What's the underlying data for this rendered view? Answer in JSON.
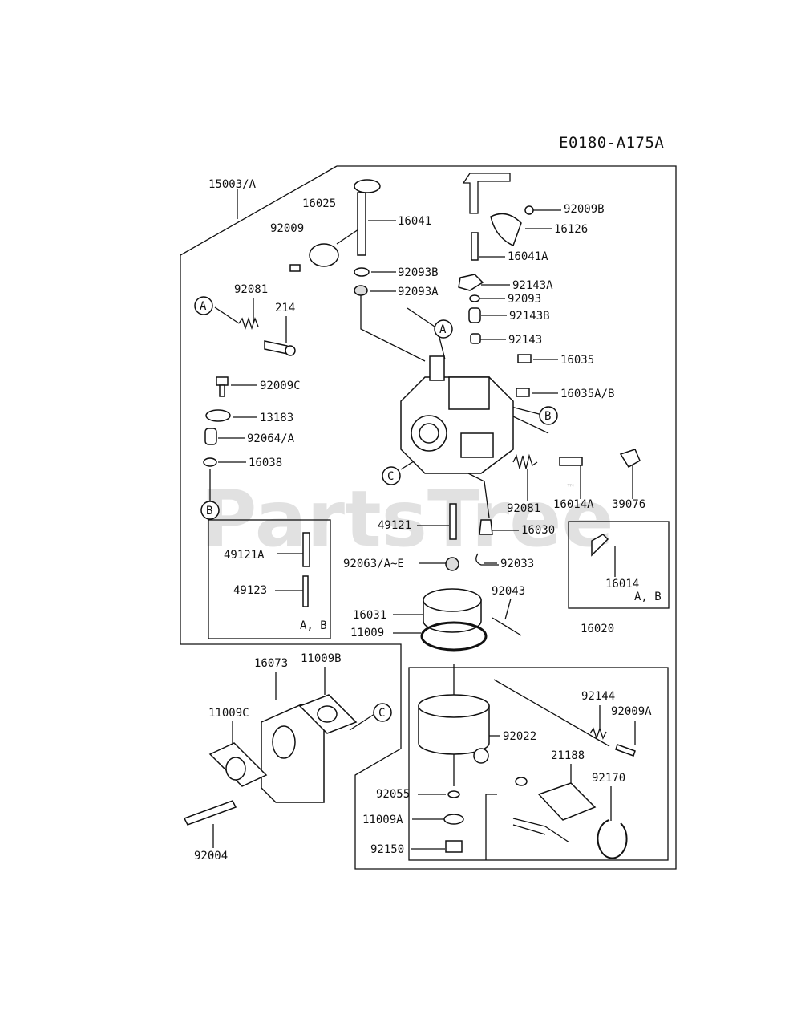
{
  "diagram": {
    "code": "E0180-A175A",
    "watermark": "PartsTree",
    "trademark": "™",
    "callouts": {
      "a": "A",
      "b": "B",
      "c": "C"
    },
    "labels": {
      "p15003": "15003/A",
      "p16025": "16025",
      "p16041": "16041",
      "p92009": "92009",
      "p92093b": "92093B",
      "p92093a": "92093A",
      "p92081": "92081",
      "p214": "214",
      "p92009c": "92009C",
      "p13183": "13183",
      "p92064": "92064/A",
      "p16038": "16038",
      "p49121a": "49121A",
      "p49123": "49123",
      "ab_left": "A, B",
      "p92009b": "92009B",
      "p16126": "16126",
      "p16041a": "16041A",
      "p92143a": "92143A",
      "p92093": "92093",
      "p92143b": "92143B",
      "p92143": "92143",
      "p16035": "16035",
      "p16035ab": "16035A/B",
      "p92081b": "92081",
      "p16014a": "16014A",
      "p39076": "39076",
      "p49121": "49121",
      "p16030": "16030",
      "p92063": "92063/A~E",
      "p92033": "92033",
      "p16014": "16014",
      "ab_right": "A, B",
      "p16031": "16031",
      "p92043": "92043",
      "p11009": "11009",
      "p16020": "16020",
      "p16073": "16073",
      "p11009b": "11009B",
      "p11009c": "11009C",
      "p92004": "92004",
      "p92144": "92144",
      "p92009a": "92009A",
      "p92022": "92022",
      "p21188": "21188",
      "p92170": "92170",
      "p92055": "92055",
      "p11009a": "11009A",
      "p92150": "92150"
    }
  }
}
